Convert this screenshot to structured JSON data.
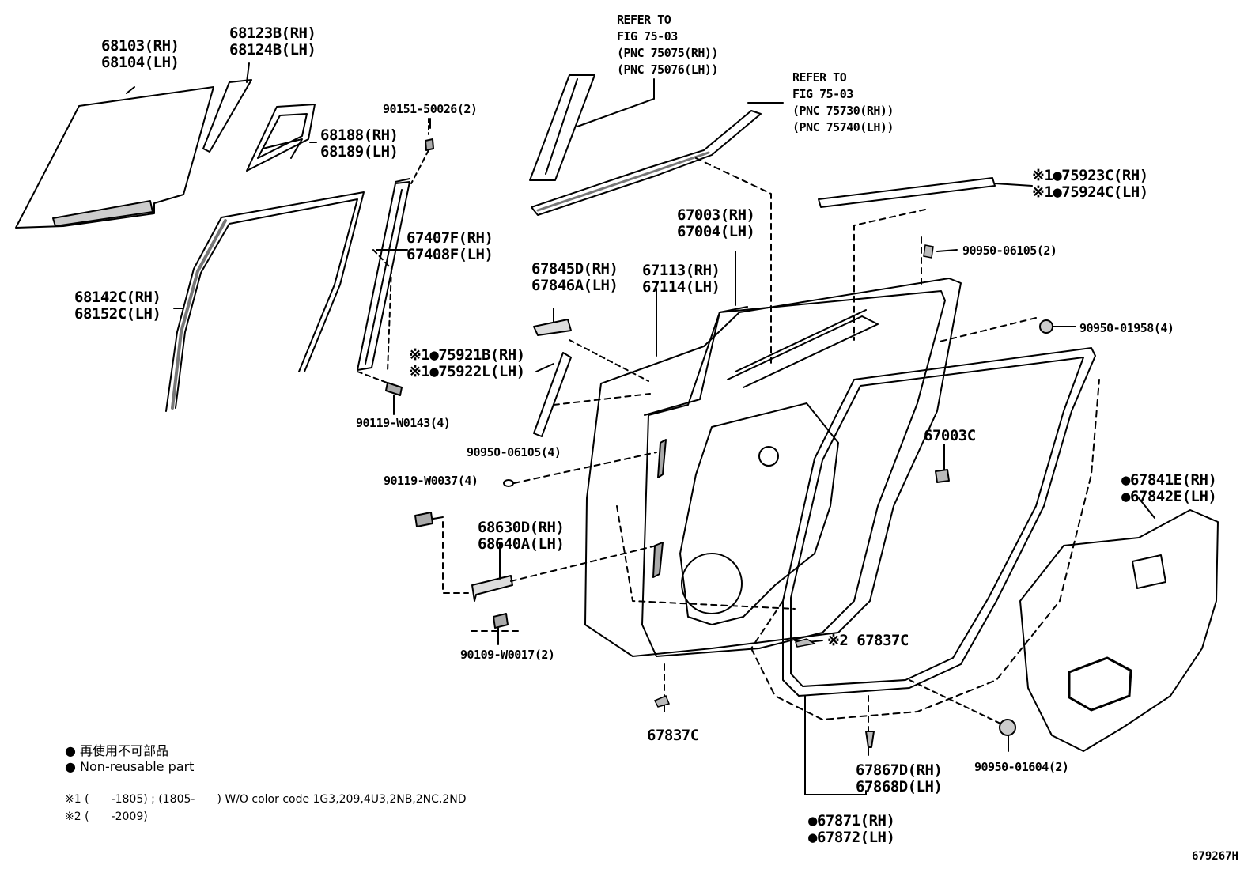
{
  "labels": {
    "p68103": [
      "68103(RH)",
      "68104(LH)"
    ],
    "p68123": [
      "68123B(RH)",
      "68124B(LH)"
    ],
    "p68188": [
      "68188(RH)",
      "68189(LH)"
    ],
    "p90151": [
      "90151-50026(2)"
    ],
    "p68142": [
      "68142C(RH)",
      "68152C(LH)"
    ],
    "p67407": [
      "67407F(RH)",
      "67408F(LH)"
    ],
    "ref1": [
      "REFER TO",
      "FIG 75-03",
      "(PNC 75075(RH))",
      "(PNC 75076(LH))"
    ],
    "ref2": [
      "REFER TO",
      "FIG 75-03",
      "(PNC 75730(RH))",
      "(PNC 75740(LH))"
    ],
    "p75923": [
      "※1●75923C(RH)",
      "※1●75924C(LH)"
    ],
    "p67003": [
      "67003(RH)",
      "67004(LH)"
    ],
    "p90950a": [
      "90950-06105(2)"
    ],
    "p67845": [
      "67845D(RH)",
      "67846A(LH)"
    ],
    "p67113": [
      "67113(RH)",
      "67114(LH)"
    ],
    "p90950b": [
      "90950-01958(4)"
    ],
    "p75921": [
      "※1●75921B(RH)",
      "※1●75922L(LH)"
    ],
    "p90119a": [
      "90119-W0143(4)"
    ],
    "p90950c": [
      "90950-06105(4)"
    ],
    "p67003c": [
      "67003C"
    ],
    "p90119b": [
      "90119-W0037(4)"
    ],
    "p67841": [
      "●67841E(RH)",
      "●67842E(LH)"
    ],
    "p68630": [
      "68630D(RH)",
      "68640A(LH)"
    ],
    "p67837a": [
      "※2 67837C"
    ],
    "p90109": [
      "90109-W0017(2)"
    ],
    "p67837b": [
      "67837C"
    ],
    "p90950d": [
      "90950-01604(2)"
    ],
    "p67867": [
      "67867D(RH)",
      "67868D(LH)"
    ],
    "p67871": [
      "●67871(RH)",
      "●67872(LH)"
    ]
  },
  "legend": {
    "line1": "● 再使用不可部品",
    "line2": "● Non-reusable part",
    "note1": "※1 (　　-1805) ; (1805-　　) W/O color code 1G3,209,4U3,2NB,2NC,2ND",
    "note2": "※2 (　　-2009)"
  },
  "figure_ref": "679267H"
}
